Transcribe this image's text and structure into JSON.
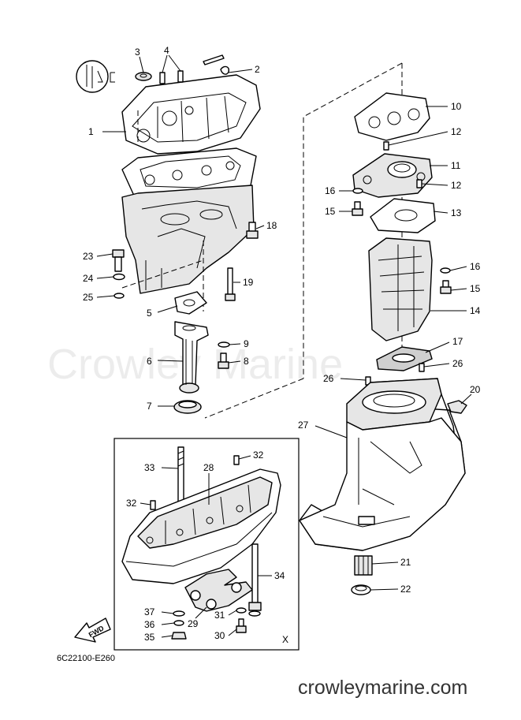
{
  "diagram_code": "6C22100-E260",
  "watermark": "Crowley Marine",
  "site_footer": "crowleymarine.com",
  "fwd_label": "FWD",
  "x_mark": "X",
  "callouts": {
    "p1": "1",
    "p2": "2",
    "p3": "3",
    "p4": "4",
    "p5": "5",
    "p6": "6",
    "p7": "7",
    "p8": "8",
    "p9": "9",
    "p10": "10",
    "p11": "11",
    "p12a": "12",
    "p12b": "12",
    "p13": "13",
    "p14": "14",
    "p15a": "15",
    "p15b": "15",
    "p16a": "16",
    "p16b": "16",
    "p17": "17",
    "p18": "18",
    "p19": "19",
    "p20": "20",
    "p21": "21",
    "p22": "22",
    "p23": "23",
    "p24": "24",
    "p25": "25",
    "p26a": "26",
    "p26b": "26",
    "p27": "27",
    "p28": "28",
    "p29": "29",
    "p30": "30",
    "p31": "31",
    "p32a": "32",
    "p32b": "32",
    "p33": "33",
    "p34": "34",
    "p35": "35",
    "p36": "36",
    "p37": "37"
  }
}
